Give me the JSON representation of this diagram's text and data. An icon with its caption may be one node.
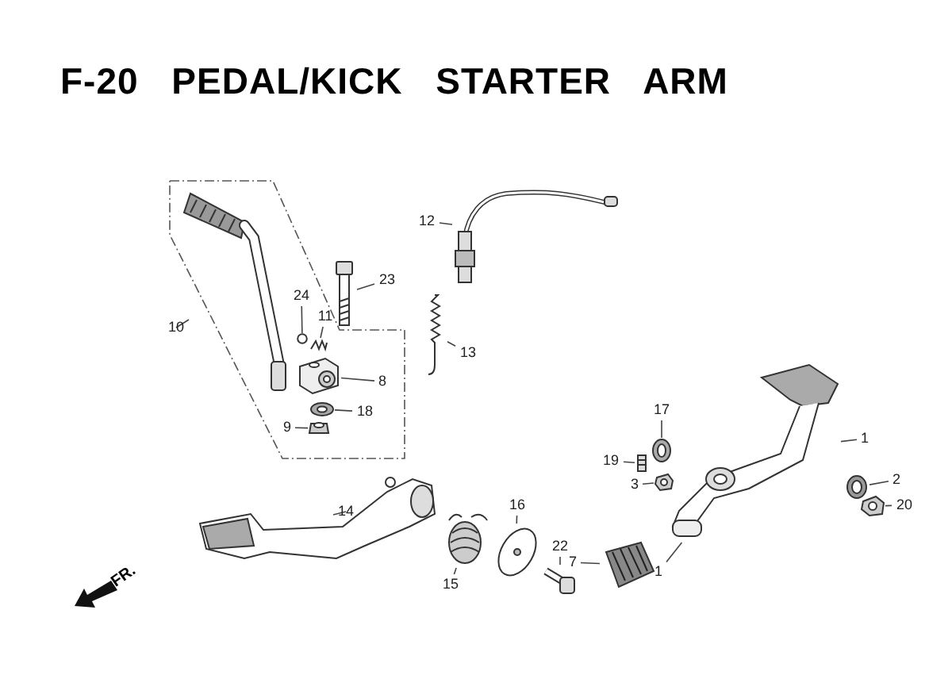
{
  "diagram": {
    "title": "F-20 PEDAL/KICK STARTER ARM",
    "nodes": [
      {
        "text": [
          "10"
        ]
      },
      {
        "text": [],
        "shape": "picture"
      },
      {
        "text": [
          "24"
        ]
      },
      {
        "text": [],
        "shape": "circle"
      },
      {
        "text": [
          "11"
        ]
      },
      {
        "text": [],
        "shape": "picture"
      },
      {
        "text": [
          "23"
        ]
      },
      {
        "text": [],
        "shape": "picture"
      },
      {
        "text": [
          "8"
        ]
      },
      {
        "text": [],
        "shape": "picture"
      },
      {
        "text": [
          "18"
        ]
      },
      {
        "text": [],
        "shape": "picture"
      },
      {
        "text": [
          "9"
        ]
      },
      {
        "text": [],
        "shape": "picture"
      },
      {
        "text": [
          "12"
        ]
      },
      {
        "text": [],
        "shape": "picture"
      },
      {
        "text": [
          "13"
        ]
      },
      {
        "text": [],
        "shape": "picture"
      },
      {
        "text": [
          "17"
        ]
      },
      {
        "text": [],
        "shape": "picture"
      },
      {
        "text": [
          "19"
        ]
      },
      {
        "text": [],
        "shape": "picture"
      },
      {
        "text": [
          "3"
        ]
      },
      {
        "text": [],
        "shape": "picture"
      },
      {
        "text": [
          "1"
        ]
      },
      {
        "text": [],
        "shape": "picture"
      },
      {
        "text": [
          "2"
        ]
      },
      {
        "text": [],
        "shape": "picture"
      },
      {
        "text": [
          "20"
        ]
      },
      {
        "text": [],
        "shape": "picture"
      },
      {
        "text": [
          "1"
        ]
      },
      {
        "text": [
          "7"
        ]
      },
      {
        "text": [],
        "shape": "picture"
      },
      {
        "text": [
          "14"
        ]
      },
      {
        "text": [],
        "shape": "picture"
      },
      {
        "text": [
          "15"
        ]
      },
      {
        "text": [],
        "shape": "picture"
      },
      {
        "text": [
          "16"
        ]
      },
      {
        "text": [],
        "shape": "picture"
      },
      {
        "text": [
          "22"
        ]
      },
      {
        "text": [],
        "shape": "picture"
      }
    ],
    "edges": [
      {
        "from": 0,
        "to": 1,
        "arrow": "none"
      },
      {
        "from": 2,
        "to": 3,
        "arrow": "none"
      },
      {
        "from": 4,
        "to": 5,
        "arrow": "none"
      },
      {
        "from": 6,
        "to": 7,
        "arrow": "none"
      },
      {
        "from": 8,
        "to": 9,
        "arrow": "none"
      },
      {
        "from": 10,
        "to": 11,
        "arrow": "none"
      },
      {
        "from": 12,
        "to": 13,
        "arrow": "none"
      },
      {
        "from": 14,
        "to": 15,
        "arrow": "none"
      },
      {
        "from": 16,
        "to": 17,
        "arrow": "none"
      },
      {
        "from": 18,
        "to": 19,
        "arrow": "none"
      },
      {
        "from": 20,
        "to": 21,
        "arrow": "none"
      },
      {
        "from": 22,
        "to": 23,
        "arrow": "none"
      },
      {
        "from": 24,
        "to": 25,
        "arrow": "none"
      },
      {
        "from": 26,
        "to": 27,
        "arrow": "none"
      },
      {
        "from": 28,
        "to": 29,
        "arrow": "none"
      },
      {
        "from": 30,
        "to": 25,
        "arrow": "none"
      },
      {
        "from": 31,
        "to": 32,
        "arrow": "none"
      },
      {
        "from": 33,
        "to": 34,
        "arrow": "none"
      },
      {
        "from": 35,
        "to": 36,
        "arrow": "none"
      },
      {
        "from": 37,
        "to": 38,
        "arrow": "none"
      },
      {
        "from": 39,
        "to": 40,
        "arrow": "none"
      }
    ],
    "labels": [
      "FR."
    ]
  }
}
